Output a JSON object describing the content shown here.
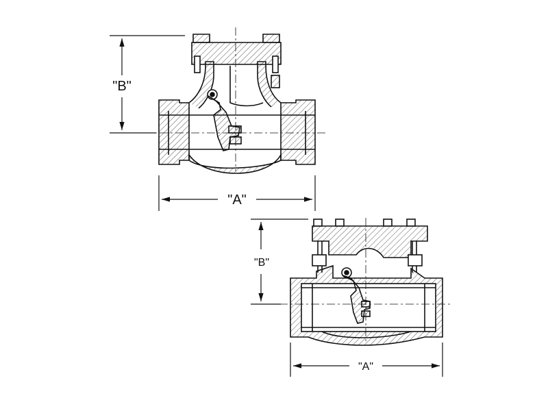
{
  "drawing": {
    "valve_top": {
      "dimension_height_label": "\"B\"",
      "dimension_length_label": "\"A\""
    },
    "valve_bottom": {
      "dimension_height_label": "\"B\"",
      "dimension_length_label": "\"A\""
    }
  },
  "colors": {
    "line": "#111111",
    "hatch": "#555555",
    "background": "#ffffff"
  }
}
